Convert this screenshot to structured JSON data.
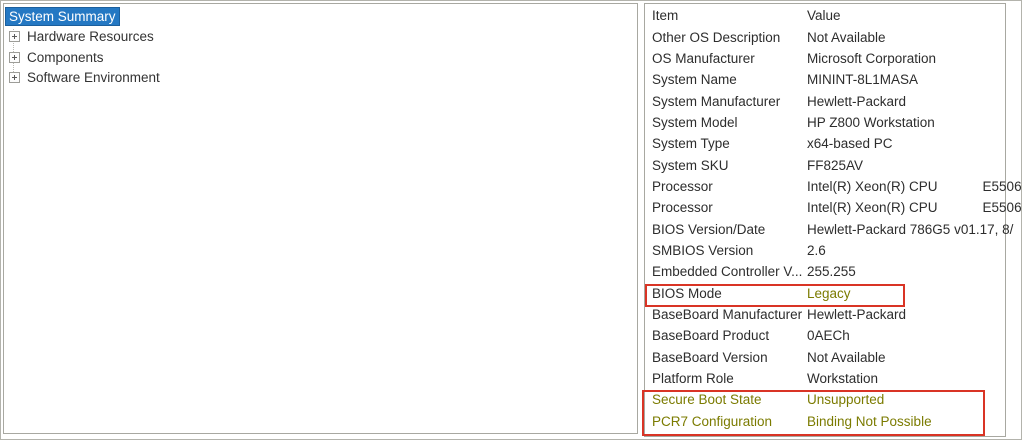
{
  "tree": {
    "items": [
      {
        "label": "System Summary",
        "selected": true,
        "expandable": false
      },
      {
        "label": "Hardware Resources",
        "selected": false,
        "expandable": true
      },
      {
        "label": "Components",
        "selected": false,
        "expandable": true
      },
      {
        "label": "Software Environment",
        "selected": false,
        "expandable": true
      }
    ]
  },
  "details": {
    "columns": {
      "item": "Item",
      "value": "Value"
    },
    "rows": [
      {
        "item": "Other OS Description",
        "value": "Not Available"
      },
      {
        "item": "OS Manufacturer",
        "value": "Microsoft Corporation"
      },
      {
        "item": "System Name",
        "value": "MININT-8L1MASA"
      },
      {
        "item": "System Manufacturer",
        "value": "Hewlett-Packard"
      },
      {
        "item": "System Model",
        "value": "HP Z800 Workstation"
      },
      {
        "item": "System Type",
        "value": "x64-based PC"
      },
      {
        "item": "System SKU",
        "value": "FF825AV"
      },
      {
        "item": "Processor",
        "value": "Intel(R) Xeon(R) CPU            E5506"
      },
      {
        "item": "Processor",
        "value": "Intel(R) Xeon(R) CPU            E5506"
      },
      {
        "item": "BIOS Version/Date",
        "value": "Hewlett-Packard 786G5 v01.17, 8/"
      },
      {
        "item": "SMBIOS Version",
        "value": "2.6"
      },
      {
        "item": "Embedded Controller V...",
        "value": "255.255"
      },
      {
        "item": "BIOS Mode",
        "value": "Legacy",
        "value_highlight": true
      },
      {
        "item": "BaseBoard Manufacturer",
        "value": "Hewlett-Packard"
      },
      {
        "item": "BaseBoard Product",
        "value": "0AECh"
      },
      {
        "item": "BaseBoard Version",
        "value": "Not Available"
      },
      {
        "item": "Platform Role",
        "value": "Workstation"
      },
      {
        "item": "Secure Boot State",
        "value": "Unsupported",
        "row_highlight": true
      },
      {
        "item": "PCR7 Configuration",
        "value": "Binding Not Possible",
        "row_highlight": true
      }
    ]
  },
  "annotations": {
    "box_color": "#d93425",
    "emphasis_text_color": "#7b7b00",
    "selection_color": "#2478c3"
  }
}
